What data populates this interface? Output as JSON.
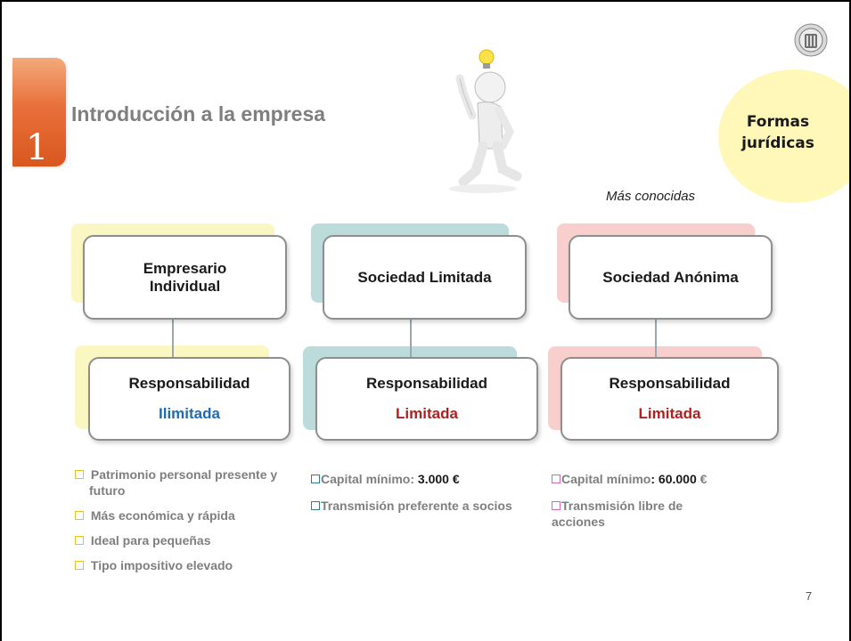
{
  "section": {
    "number": "1"
  },
  "header": {
    "title": "Introducción a la empresa"
  },
  "forms_label": "Formas jurídicas",
  "subtitle": "Más conocidas",
  "columns": [
    {
      "title": "Empresario Individual",
      "responsibility_label": "Responsabilidad",
      "responsibility_value": "Ilimitada",
      "bullets": [
        "Patrimonio personal presente y futuro",
        "Más económica y rápida",
        "Ideal para pequeñas",
        "Tipo impositivo elevado"
      ]
    },
    {
      "title": "Sociedad Limitada",
      "responsibility_label": "Responsabilidad",
      "responsibility_value": "Limitada",
      "bullets": [
        {
          "text": "Capital mínimo: ",
          "value": "3.000 €"
        },
        "Transmisión preferente a socios"
      ]
    },
    {
      "title": "Sociedad Anónima",
      "responsibility_label": "Responsabilidad",
      "responsibility_value": "Limitada",
      "bullets": [
        {
          "text": "Capital mínimo",
          "value": ": 60.000",
          "suffix": " €"
        },
        "Transmisión libre de acciones"
      ]
    }
  ],
  "page_number": "7",
  "colors": {
    "badge": "#e8703a",
    "title_gray": "#7f7f7f",
    "ilimitada_blue": "#1f6bb3",
    "limitada_red": "#b21f1f",
    "col1_accent": "#fbf7c3",
    "col2_accent": "#bcdcdc",
    "col3_accent": "#f8cfcc"
  }
}
